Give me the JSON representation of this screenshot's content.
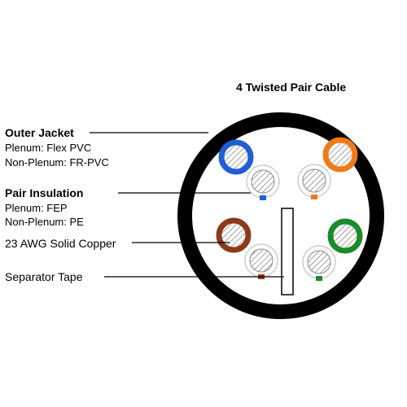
{
  "title": "4 Twisted Pair Cable",
  "labels": {
    "outer_jacket": {
      "heading": "Outer Jacket",
      "line1": "Plenum: Flex PVC",
      "line2": "Non-Plenum: FR-PVC"
    },
    "pair_insulation": {
      "heading": "Pair Insulation",
      "line1": "Plenum:  FEP",
      "line2": "Non-Plenum:  PE"
    },
    "conductor": "23 AWG Solid Copper",
    "separator": "Separator Tape"
  },
  "colors": {
    "jacket": "#000000",
    "blue": "#1f5fd1",
    "orange": "#f07a1a",
    "brown": "#8b3a1a",
    "green": "#1a8a2a",
    "background": "#ffffff"
  },
  "pairs": [
    {
      "name": "blue",
      "color": "#1f5fd1"
    },
    {
      "name": "orange",
      "color": "#f07a1a"
    },
    {
      "name": "brown",
      "color": "#8b3a1a"
    },
    {
      "name": "green",
      "color": "#1a8a2a"
    }
  ]
}
